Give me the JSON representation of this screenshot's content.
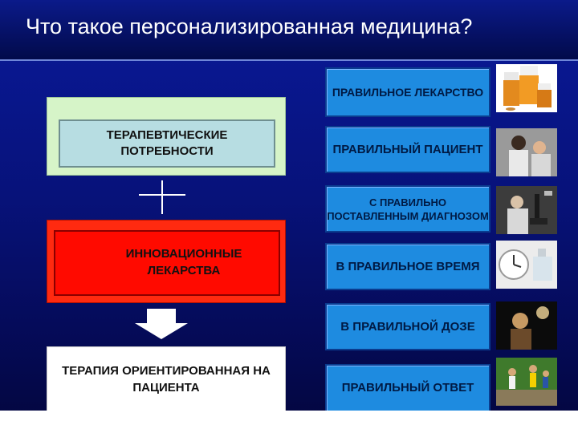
{
  "slide": {
    "title": "Что такое персонализированная медицина?"
  },
  "left": {
    "needs_label": "ТЕРАПЕВТИЧЕСКИЕ ПОТРЕБНОСТИ",
    "innovative_label": "ИННОВАЦИОННЫЕ ЛЕКАРСТВА",
    "therapy_label": "ТЕРАПИЯ ОРИЕНТИРОВАННАЯ НА ПАЦИЕНТА"
  },
  "right": {
    "items": [
      {
        "label": "ПРАВИЛЬНОЕ ЛЕКАРСТВО"
      },
      {
        "label": "ПРАВИЛЬНЫЙ ПАЦИЕНТ"
      },
      {
        "label": "С ПРАВИЛЬНО ПОСТАВЛЕННЫМ ДИАГНОЗОМ"
      },
      {
        "label": "В ПРАВИЛЬНОЕ ВРЕМЯ"
      },
      {
        "label": "В ПРАВИЛЬНОЙ ДОЗЕ"
      },
      {
        "label": "ПРАВИЛЬНЫЙ ОТВЕТ"
      }
    ]
  },
  "colors": {
    "background": "#07127a",
    "needs_panel": "#d6f4c8",
    "needs_box": "#b7dde2",
    "innovative_panel": "#ff2a10",
    "right_box": "#1e8be0"
  },
  "icons": {
    "plus": "plus-icon",
    "arrow": "down-arrow-icon",
    "photos": [
      "pill-bottles-photo",
      "doctor-patient-photo",
      "lab-microscope-photo",
      "clock-photo",
      "dose-photo",
      "runners-photo"
    ]
  }
}
